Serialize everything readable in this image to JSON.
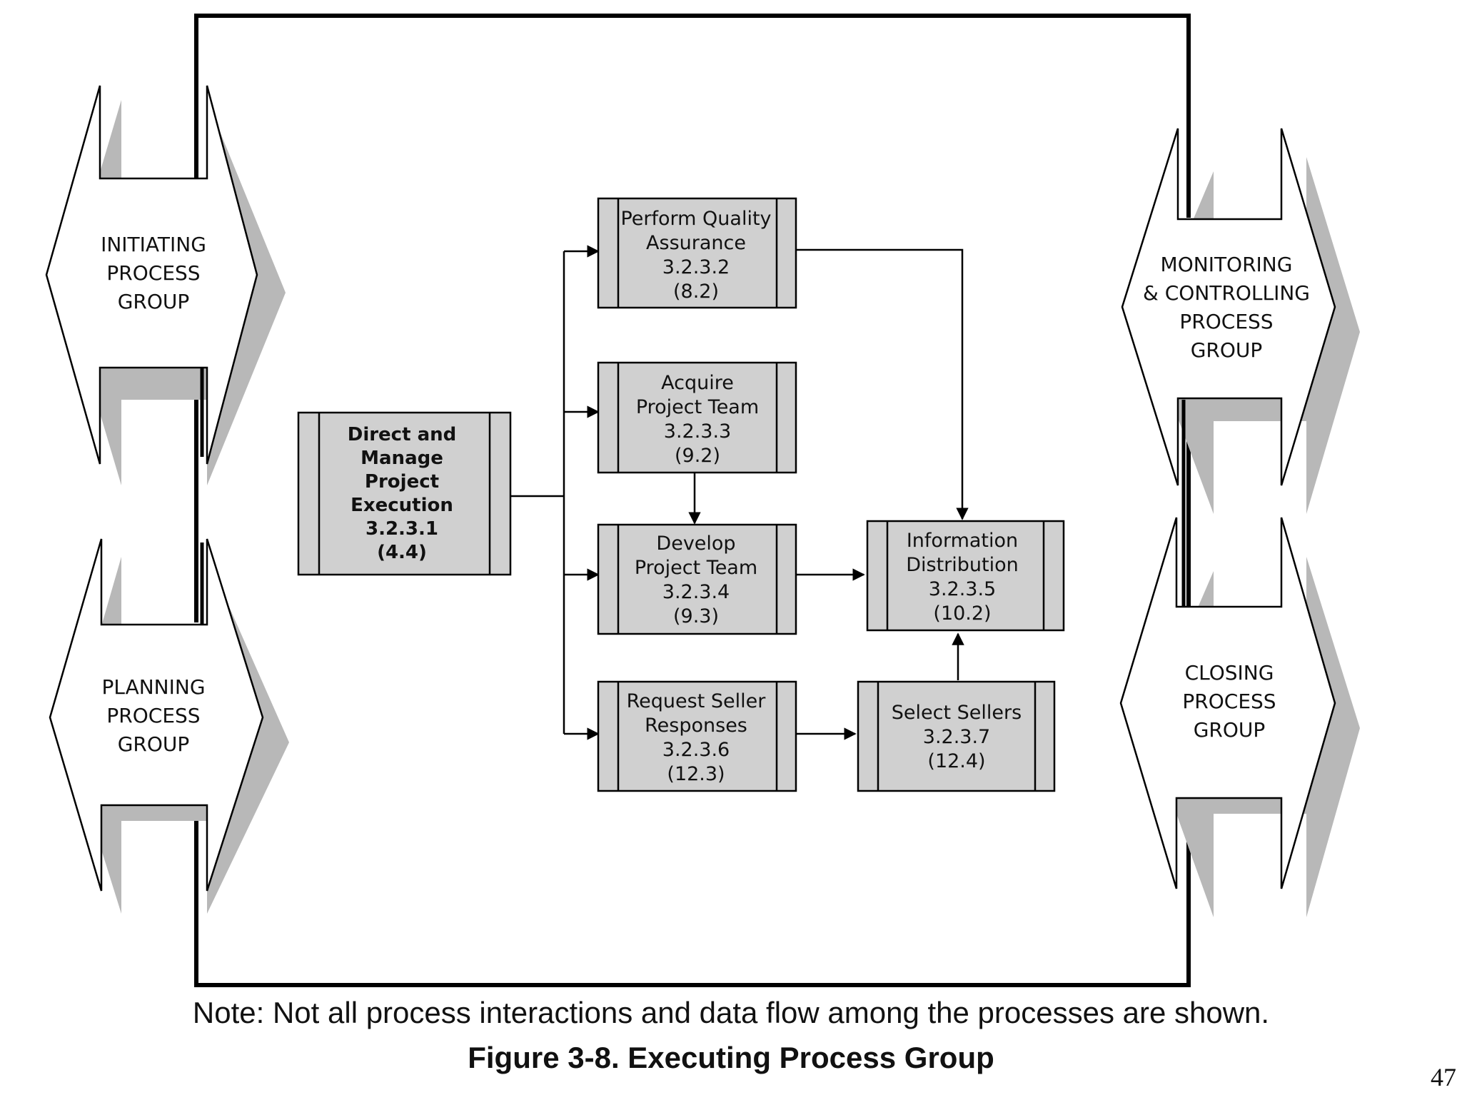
{
  "groups": {
    "initiating": [
      "INITIATING",
      "PROCESS",
      "GROUP"
    ],
    "planning": [
      "PLANNING",
      "PROCESS",
      "GROUP"
    ],
    "monitoring": [
      "MONITORING",
      "& CONTROLLING",
      "PROCESS",
      "GROUP"
    ],
    "closing": [
      "CLOSING",
      "PROCESS",
      "GROUP"
    ]
  },
  "processes": {
    "direct": [
      "Direct and",
      "Manage",
      "Project",
      "Execution",
      "3.2.3.1",
      "(4.4)"
    ],
    "quality": [
      "Perform Quality",
      "Assurance",
      "3.2.3.2",
      "(8.2)"
    ],
    "acquire": [
      "Acquire",
      "Project Team",
      "3.2.3.3",
      "(9.2)"
    ],
    "develop": [
      "Develop",
      "Project Team",
      "3.2.3.4",
      "(9.3)"
    ],
    "information": [
      "Information",
      "Distribution",
      "3.2.3.5",
      "(10.2)"
    ],
    "request": [
      "Request Seller",
      "Responses",
      "3.2.3.6",
      "(12.3)"
    ],
    "select": [
      "Select Sellers",
      "3.2.3.7",
      "(12.4)"
    ]
  },
  "note": "Note: Not all process interactions and data flow among the processes are shown.",
  "caption": "Figure 3-8. Executing Process Group",
  "page_number": "47",
  "colors": {
    "box_fill": "#d0d0d0",
    "shadow": "#b8b8b8",
    "line": "#000000"
  }
}
